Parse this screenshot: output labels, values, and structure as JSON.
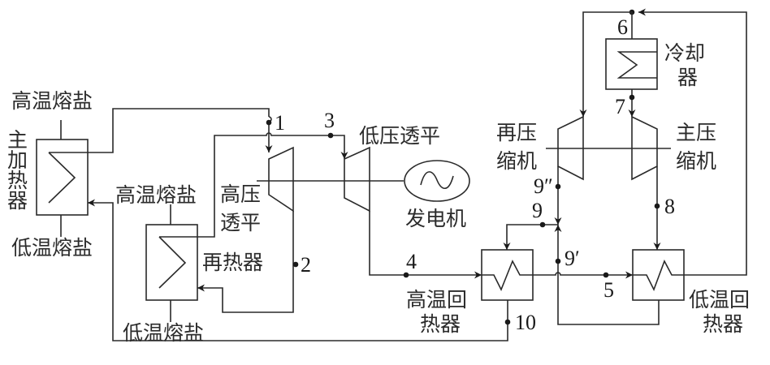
{
  "diagram": {
    "components": {
      "main_heater": {
        "label_chars": [
          "主",
          "加",
          "热",
          "器"
        ],
        "hot_salt_label": "高温熔盐",
        "cold_salt_label": "低温熔盐"
      },
      "reheater": {
        "label": "再热器",
        "hot_salt_label": "高温熔盐",
        "cold_salt_label": "低温熔盐"
      },
      "hp_turbine": {
        "label_line1": "高压",
        "label_line2": "透平"
      },
      "lp_turbine": {
        "label": "低压透平"
      },
      "generator": {
        "label": "发电机",
        "symbol": "~"
      },
      "cooler": {
        "label_line1": "冷却",
        "label_line2": "器"
      },
      "recompressor": {
        "label_line1": "再压",
        "label_line2": "缩机"
      },
      "main_compressor": {
        "label_line1": "主压",
        "label_line2": "缩机"
      },
      "htr": {
        "label_line1": "高温回",
        "label_line2": "热器"
      },
      "ltr": {
        "label_line1": "低温回",
        "label_line2": "热器"
      }
    },
    "state_points": {
      "p1": "1",
      "p2": "2",
      "p3": "3",
      "p4": "4",
      "p5": "5",
      "p6": "6",
      "p7": "7",
      "p8": "8",
      "p9": "9",
      "p9prime": "9′",
      "p9dprime": "9″",
      "p10": "10"
    },
    "colors": {
      "line": "#2a2a2a",
      "text": "#2b2b2b",
      "background": "#ffffff"
    }
  }
}
